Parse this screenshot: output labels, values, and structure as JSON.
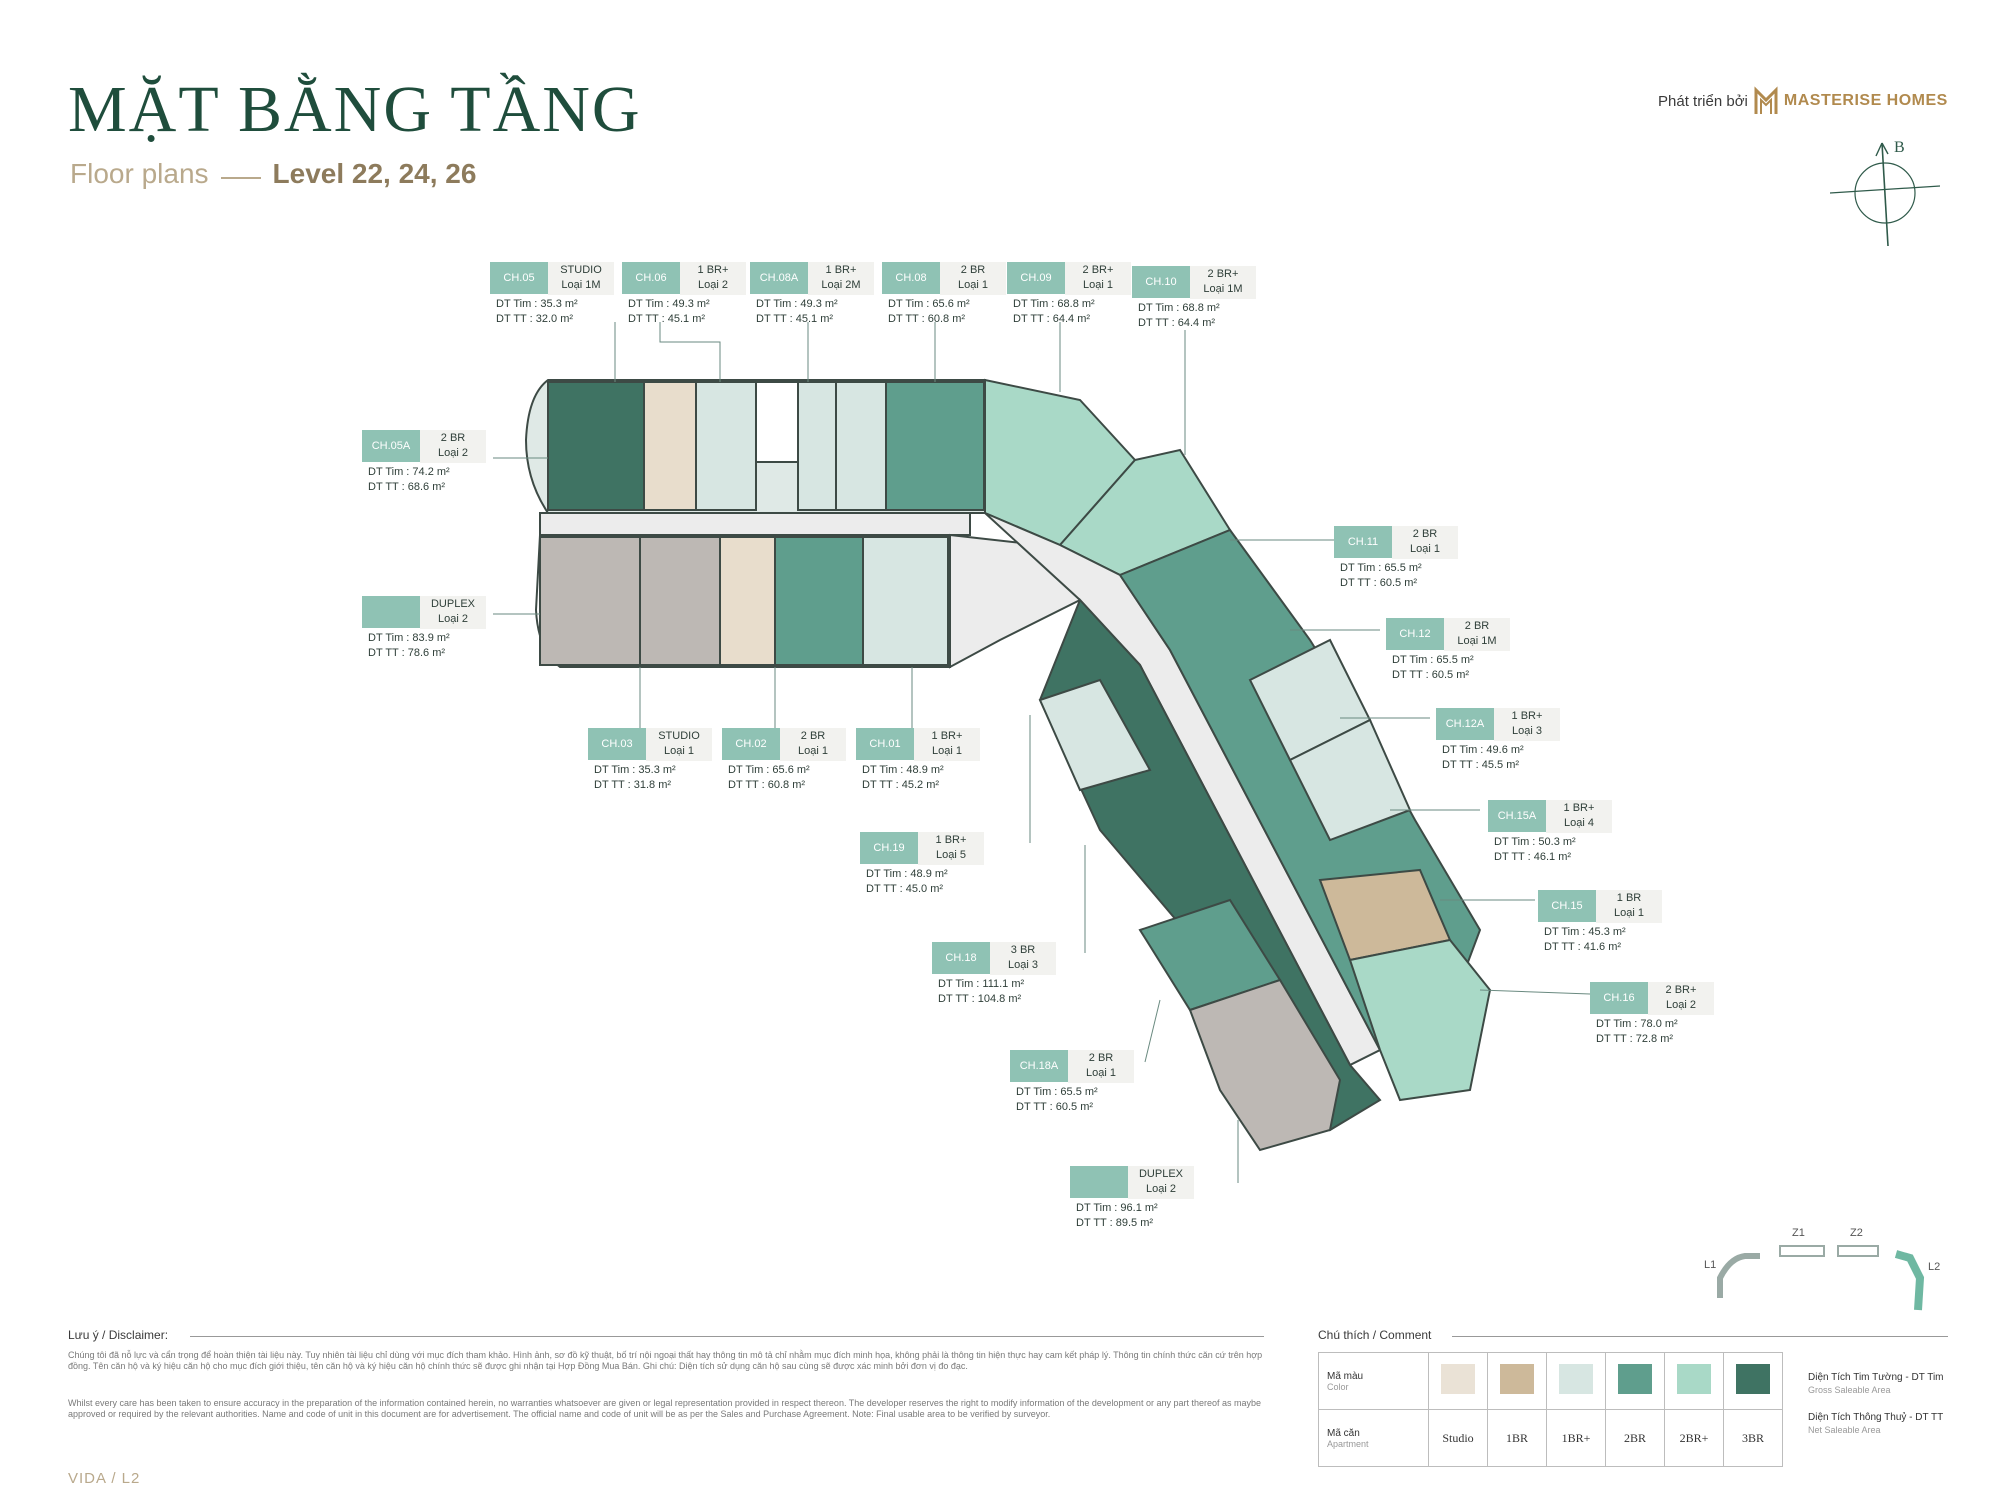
{
  "header": {
    "title": "MẶT BẰNG TẦNG",
    "subtitle": "Floor plans",
    "level": "Level 22, 24, 26",
    "developer_prefix": "Phát triển bởi",
    "developer_name": "MASTERISE HOMES",
    "compass_label": "B"
  },
  "units": [
    {
      "code": "CH.05",
      "type": "STUDIO",
      "variant": "Loại 1M",
      "dt_tim": "DT Tim : 35.3 m²",
      "dt_tt": "DT TT : 32.0 m²",
      "color": "#8fc2b4"
    },
    {
      "code": "CH.06",
      "type": "1 BR+",
      "variant": "Loại 2",
      "dt_tim": "DT Tim : 49.3 m²",
      "dt_tt": "DT TT : 45.1 m²",
      "color": "#8fc2b4"
    },
    {
      "code": "CH.08A",
      "type": "1 BR+",
      "variant": "Loại 2M",
      "dt_tim": "DT Tim : 49.3 m²",
      "dt_tt": "DT TT : 45.1 m²",
      "color": "#8fc2b4"
    },
    {
      "code": "CH.08",
      "type": "2 BR",
      "variant": "Loại 1",
      "dt_tim": "DT Tim : 65.6 m²",
      "dt_tt": "DT TT : 60.8 m²",
      "color": "#8fc2b4"
    },
    {
      "code": "CH.09",
      "type": "2 BR+",
      "variant": "Loại 1",
      "dt_tim": "DT Tim : 68.8 m²",
      "dt_tt": "DT TT : 64.4 m²",
      "color": "#8fc2b4"
    },
    {
      "code": "CH.10",
      "type": "2 BR+",
      "variant": "Loại 1M",
      "dt_tim": "DT Tim : 68.8 m²",
      "dt_tt": "DT TT : 64.4 m²",
      "color": "#8fc2b4"
    },
    {
      "code": "CH.05A",
      "type": "2 BR",
      "variant": "Loại 2",
      "dt_tim": "DT Tim : 74.2 m²",
      "dt_tt": "DT TT : 68.6 m²",
      "color": "#8fc2b4"
    },
    {
      "code": "",
      "type": "DUPLEX",
      "variant": "Loại 2",
      "dt_tim": "DT Tim : 83.9 m²",
      "dt_tt": "DT TT : 78.6 m²",
      "color": "#8fc2b4"
    },
    {
      "code": "CH.03",
      "type": "STUDIO",
      "variant": "Loại 1",
      "dt_tim": "DT Tim : 35.3 m²",
      "dt_tt": "DT TT : 31.8 m²",
      "color": "#8fc2b4"
    },
    {
      "code": "CH.02",
      "type": "2 BR",
      "variant": "Loại 1",
      "dt_tim": "DT Tim : 65.6 m²",
      "dt_tt": "DT TT : 60.8 m²",
      "color": "#8fc2b4"
    },
    {
      "code": "CH.01",
      "type": "1 BR+",
      "variant": "Loại 1",
      "dt_tim": "DT Tim : 48.9 m²",
      "dt_tt": "DT TT : 45.2 m²",
      "color": "#8fc2b4"
    },
    {
      "code": "CH.11",
      "type": "2 BR",
      "variant": "Loại 1",
      "dt_tim": "DT Tim : 65.5 m²",
      "dt_tt": "DT TT : 60.5 m²",
      "color": "#8fc2b4"
    },
    {
      "code": "CH.12",
      "type": "2 BR",
      "variant": "Loại 1M",
      "dt_tim": "DT Tim : 65.5 m²",
      "dt_tt": "DT TT : 60.5 m²",
      "color": "#8fc2b4"
    },
    {
      "code": "CH.12A",
      "type": "1 BR+",
      "variant": "Loại 3",
      "dt_tim": "DT Tim : 49.6 m²",
      "dt_tt": "DT TT : 45.5 m²",
      "color": "#8fc2b4"
    },
    {
      "code": "CH.15A",
      "type": "1 BR+",
      "variant": "Loại 4",
      "dt_tim": "DT Tim : 50.3 m²",
      "dt_tt": "DT TT : 46.1 m²",
      "color": "#8fc2b4"
    },
    {
      "code": "CH.15",
      "type": "1 BR",
      "variant": "Loại 1",
      "dt_tim": "DT Tim : 45.3 m²",
      "dt_tt": "DT TT : 41.6 m²",
      "color": "#8fc2b4"
    },
    {
      "code": "CH.16",
      "type": "2 BR+",
      "variant": "Loại 2",
      "dt_tim": "DT Tim : 78.0 m²",
      "dt_tt": "DT TT : 72.8 m²",
      "color": "#8fc2b4"
    },
    {
      "code": "CH.19",
      "type": "1 BR+",
      "variant": "Loại 5",
      "dt_tim": "DT Tim : 48.9 m²",
      "dt_tt": "DT TT : 45.0 m²",
      "color": "#8fc2b4"
    },
    {
      "code": "CH.18",
      "type": "3 BR",
      "variant": "Loại 3",
      "dt_tim": "DT Tim : 111.1 m²",
      "dt_tt": "DT TT : 104.8 m²",
      "color": "#8fc2b4"
    },
    {
      "code": "CH.18A",
      "type": "2 BR",
      "variant": "Loại 1",
      "dt_tim": "DT Tim : 65.5 m²",
      "dt_tt": "DT TT : 60.5 m²",
      "color": "#8fc2b4"
    },
    {
      "code": "",
      "type": "DUPLEX",
      "variant": "Loại 2",
      "dt_tim": "DT Tim : 96.1 m²",
      "dt_tt": "DT TT : 89.5 m²",
      "color": "#8fc2b4"
    }
  ],
  "disclaimer": {
    "heading": "Lưu ý / Disclaimer:",
    "vi": "Chúng tôi đã nỗ lực và cẩn trọng để hoàn thiện tài liệu này. Tuy nhiên tài liệu chỉ dùng với mục đích tham khảo. Hình ảnh, sơ đồ kỹ thuật, bố trí nội ngoại thất hay thông tin mô tả chỉ nhằm mục đích minh họa, không phải là thông tin hiện thực hay cam kết pháp lý. Thông tin chính thức căn cứ trên hợp đồng. Tên căn hộ và ký hiệu căn hộ cho mục đích giới thiệu, tên căn hộ và ký hiệu căn hộ chính thức sẽ được ghi nhận tại Hợp Đồng Mua Bán. Ghi chú: Diện tích sử dụng căn hộ sau cùng sẽ được xác minh bởi đơn vị đo đạc.",
    "en": "Whilst every care has been taken to ensure accuracy in the preparation of the information contained herein, no warranties whatsoever are given or legal representation provided in respect thereon. The developer reserves the right to modify information of the development or any part thereof as maybe approved or required by the relevant authorities. Name and code of unit in this document are for advertisement. The official name and code of unit will be as per the Sales and Purchase Agreement. Note: Final usable area to be verified by surveyor."
  },
  "legend": {
    "heading": "Chú thích / Comment",
    "color_row_label": "Mã màu",
    "color_row_sub": "Color",
    "apt_row_label": "Mã căn",
    "apt_row_sub": "Apartment",
    "items": [
      {
        "label": "Studio",
        "color": "#eae2d6"
      },
      {
        "label": "1BR",
        "color": "#cdb99a"
      },
      {
        "label": "1BR+",
        "color": "#d7e6e2"
      },
      {
        "label": "2BR",
        "color": "#5f9e8d"
      },
      {
        "label": "2BR+",
        "color": "#a9d9c7"
      },
      {
        "label": "3BR",
        "color": "#3f7363"
      }
    ],
    "area_tim": "Diện Tích Tim Tường - DT Tim",
    "area_tim_sub": "Gross Saleable Area",
    "area_tt": "Diện Tích Thông Thuỷ - DT TT",
    "area_tt_sub": "Net Saleable Area"
  },
  "keyplan": {
    "l1": "L1",
    "z1": "Z1",
    "z2": "Z2",
    "l2": "L2"
  },
  "footer": {
    "text": "VIDA / L2"
  }
}
